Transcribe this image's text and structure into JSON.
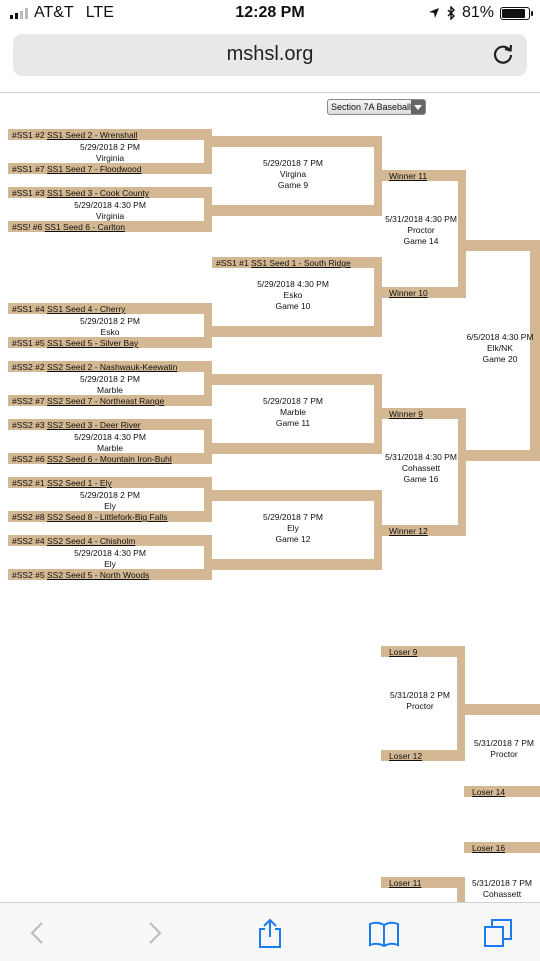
{
  "status": {
    "carrier": "AT&T",
    "network": "LTE",
    "time": "12:28 PM",
    "battery": "81%"
  },
  "browser": {
    "url": "mshsl.org"
  },
  "dropdown": {
    "label": "Section 7A Baseball"
  },
  "round1": [
    {
      "top": {
        "prefix": "#SS1 #2",
        "team": "SS1 Seed 2 - Wrenshall"
      },
      "date": "5/29/2018 2 PM",
      "site": "Virginia",
      "bottom": {
        "prefix": "#SS1 #7",
        "team": "SS1 Seed 7 - Floodwood"
      }
    },
    {
      "top": {
        "prefix": "#SS1 #3",
        "team": "SS1 Seed 3 - Cook County"
      },
      "date": "5/29/2018 4:30 PM",
      "site": "Virginia",
      "bottom": {
        "prefix": "#SS! #6",
        "team": "SS1 Seed 6 - Carlton"
      }
    },
    {
      "top": {
        "prefix": "#SS1 #4",
        "team": "SS1 Seed 4 - Cherry"
      },
      "date": "5/29/2018 2 PM",
      "site": "Esko",
      "bottom": {
        "prefix": "#SS1 #5",
        "team": "SS1 Seed 5 - Silver Bay"
      }
    },
    {
      "top": {
        "prefix": "#SS2 #2",
        "team": "SS2 Seed 2 - Nashwauk-Keewatin"
      },
      "date": "5/29/2018 2 PM",
      "site": "Marble",
      "bottom": {
        "prefix": "#SS2 #7",
        "team": "SS2 Seed 7 - Northeast Range"
      }
    },
    {
      "top": {
        "prefix": "#SS2 #3",
        "team": "SS2 Seed 3 - Deer River"
      },
      "date": "5/29/2018 4:30 PM",
      "site": "Marble",
      "bottom": {
        "prefix": "#SS2 #6",
        "team": "SS2 Seed 6 - Mountain Iron-Buhl"
      }
    },
    {
      "top": {
        "prefix": "#SS2 #1",
        "team": "SS2 Seed 1 - Ely"
      },
      "date": "5/29/2018 2 PM",
      "site": "Ely",
      "bottom": {
        "prefix": "#SS2 #8",
        "team": "SS2 Seed 8 - Littlefork-Big Falls"
      }
    },
    {
      "top": {
        "prefix": "#SS2 #4",
        "team": "SS2 Seed 4 - Chisholm"
      },
      "date": "5/29/2018 4:30 PM",
      "site": "Ely",
      "bottom": {
        "prefix": "#SS2 #5",
        "team": "SS2 Seed 5 - North Woods"
      }
    }
  ],
  "bye": {
    "prefix": "#SS1 #1",
    "team": "SS1 Seed 1 - South Ridge"
  },
  "round2": [
    {
      "date": "5/29/2018 7 PM",
      "site": "Virgina",
      "game": "Game 9"
    },
    {
      "date": "5/29/2018 4:30 PM",
      "site": "Esko",
      "game": "Game 10"
    },
    {
      "date": "5/29/2018 7 PM",
      "site": "Marble",
      "game": "Game 11"
    },
    {
      "date": "5/29/2018 7 PM",
      "site": "Ely",
      "game": "Game 12"
    }
  ],
  "semis": [
    {
      "top": "Winner 11",
      "bottom": "Winner 10",
      "date": "5/31/2018 4:30 PM",
      "site": "Proctor",
      "game": "Game 14"
    },
    {
      "top": "Winner 9",
      "bottom": "Winner 12",
      "date": "5/31/2018 4:30 PM",
      "site": "Cohassett",
      "game": "Game 16"
    }
  ],
  "final": {
    "date": "6/5/2018 4:30 PM",
    "site": "Elk/NK",
    "game": "Game 20"
  },
  "consolation": {
    "a": {
      "top": "Loser 9",
      "bottom": "Loser 12",
      "date": "5/31/2018 2 PM",
      "site": "Proctor"
    },
    "b": {
      "date": "5/31/2018 7 PM",
      "site": "Proctor",
      "bottom": "Loser 14"
    },
    "c": {
      "top": "Loser 16",
      "bottom_left": "Loser 11",
      "date": "5/31/2018 7 PM",
      "site": "Cohassett"
    }
  }
}
